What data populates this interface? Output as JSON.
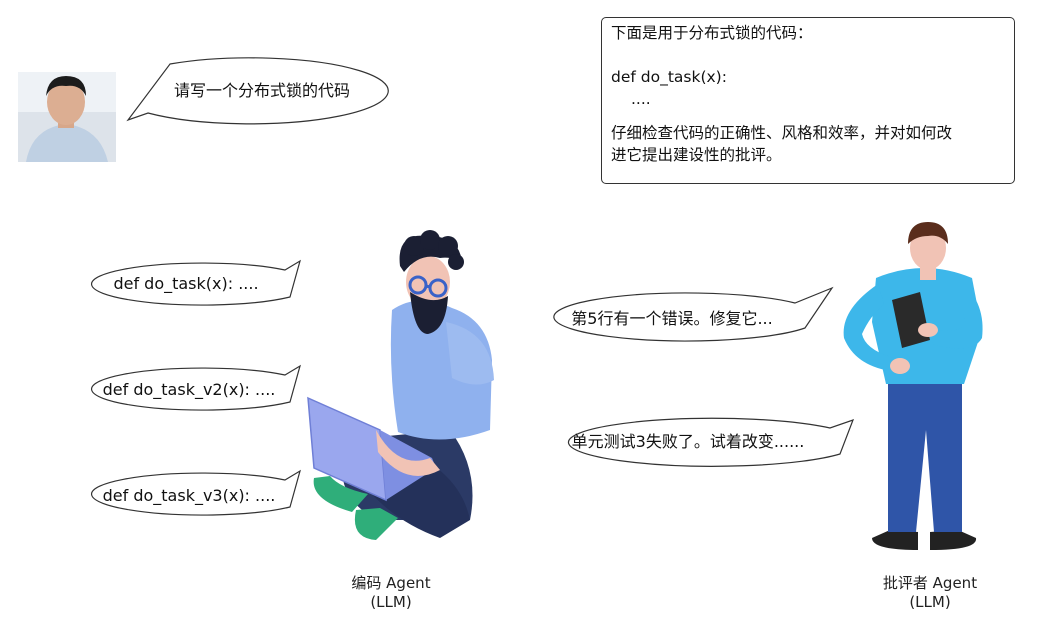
{
  "user_bubble": {
    "text": "请写一个分布式锁的代码"
  },
  "prompt_box": {
    "line1": "下面是用于分布式锁的代码：",
    "line2": "def do_task(x):",
    "line3": "  ....",
    "line4": "仔细检查代码的正确性、风格和效率，并对如何改",
    "line5": "进它提出建设性的批评。"
  },
  "coder_bubbles": [
    {
      "text": "def do_task(x): ...."
    },
    {
      "text": "def do_task_v2(x): ...."
    },
    {
      "text": "def do_task_v3(x): ...."
    }
  ],
  "critic_bubbles": [
    {
      "text": "第5行有一个错误。修复它..."
    },
    {
      "text": "单元测试3失败了。试着改变......"
    }
  ],
  "coder_label": {
    "line1": "编码 Agent",
    "line2": "(LLM)"
  },
  "critic_label": {
    "line1": "批评者 Agent",
    "line2": "(LLM)"
  },
  "colors": {
    "coder_shirt": "#8fb1ee",
    "coder_pants": "#2b3a66",
    "coder_laptop": "#9aa7ee",
    "coder_shoes": "#2fae7a",
    "critic_shirt": "#3db7ea",
    "critic_pants": "#2f55a8",
    "critic_hair": "#5a2d1c",
    "skin": "#f1c3b5"
  }
}
